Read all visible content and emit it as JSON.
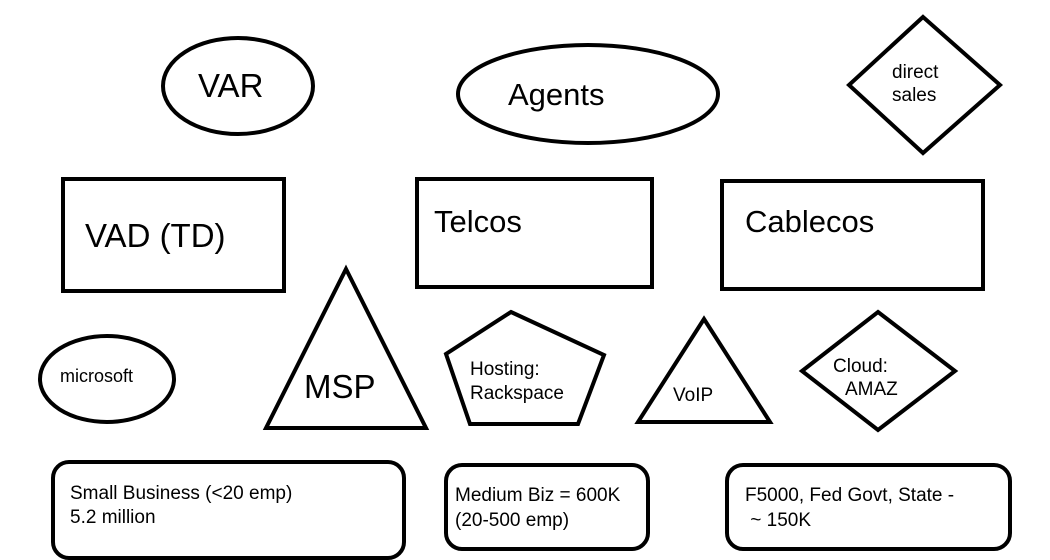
{
  "diagram": {
    "nodes": {
      "var": {
        "label": "VAR",
        "shape": "ellipse"
      },
      "agents": {
        "label": "Agents",
        "shape": "ellipse"
      },
      "direct_sales": {
        "lines": [
          "direct",
          "sales"
        ],
        "shape": "diamond"
      },
      "vad": {
        "label": "VAD (TD)",
        "shape": "rectangle"
      },
      "telcos": {
        "label": "Telcos",
        "shape": "rectangle"
      },
      "cablecos": {
        "label": "Cablecos",
        "shape": "rectangle"
      },
      "microsoft": {
        "label": "microsoft",
        "shape": "ellipse"
      },
      "msp": {
        "label": "MSP",
        "shape": "triangle"
      },
      "hosting": {
        "lines": [
          "Hosting:",
          "Rackspace"
        ],
        "shape": "pentagon"
      },
      "voip": {
        "label": "VoIP",
        "shape": "triangle"
      },
      "cloud": {
        "lines": [
          "Cloud:",
          "AMAZ"
        ],
        "shape": "diamond"
      },
      "small_business": {
        "lines": [
          "Small Business (<20 emp)",
          "5.2 million"
        ],
        "shape": "rounded-rectangle"
      },
      "medium_biz": {
        "lines": [
          "Medium Biz = 600K",
          "(20-500 emp)"
        ],
        "shape": "rounded-rectangle"
      },
      "enterprise": {
        "lines": [
          "F5000, Fed Govt, State -",
          " ~ 150K"
        ],
        "shape": "rounded-rectangle"
      }
    },
    "stroke_color": "#000000",
    "background_color": "#ffffff"
  }
}
